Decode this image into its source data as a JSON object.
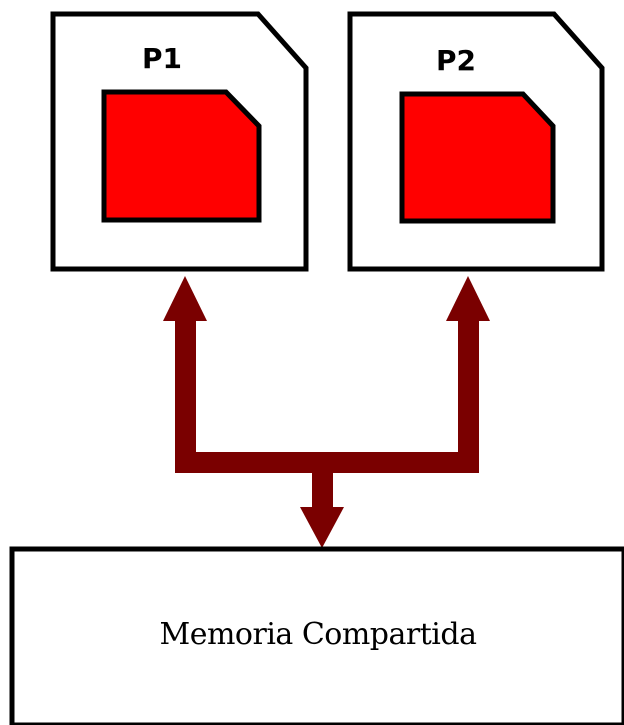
{
  "processes": [
    {
      "label": "P1"
    },
    {
      "label": "P2"
    }
  ],
  "memory": {
    "label": "Memoria Compartida"
  },
  "colors": {
    "outline": "#000000",
    "process_fill": "#ffffff",
    "chip_fill": "#ff0000",
    "arrow": "#7a0000",
    "memory_fill": "#ffffff"
  }
}
